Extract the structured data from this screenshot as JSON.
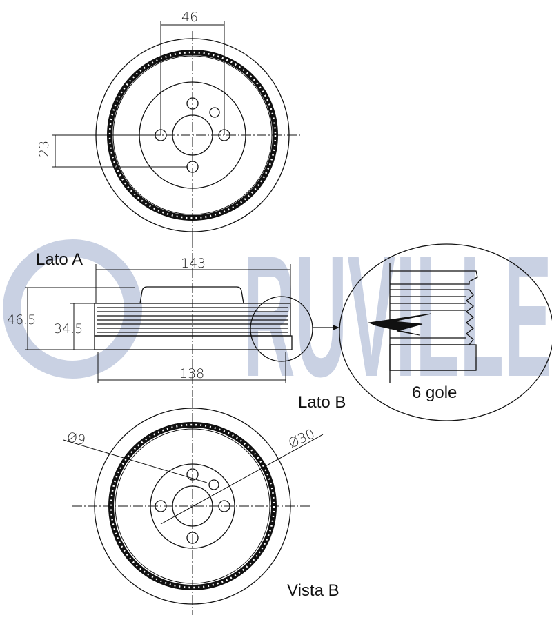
{
  "watermark": {
    "brand": "RUVILLE",
    "color": "#c9d1e3"
  },
  "labels": {
    "lato_a": "Lato A",
    "lato_b": "Lato B",
    "vista_b": "Vista B",
    "grooves": "6 gole"
  },
  "dimensions": {
    "bolt_spacing": "46",
    "bolt_offset": "23",
    "outer_width": "143",
    "base_width": "138",
    "total_height": "46.5",
    "groove_height": "34.5",
    "hole_diameter": "Ø9",
    "bore_diameter": "Ø30"
  }
}
